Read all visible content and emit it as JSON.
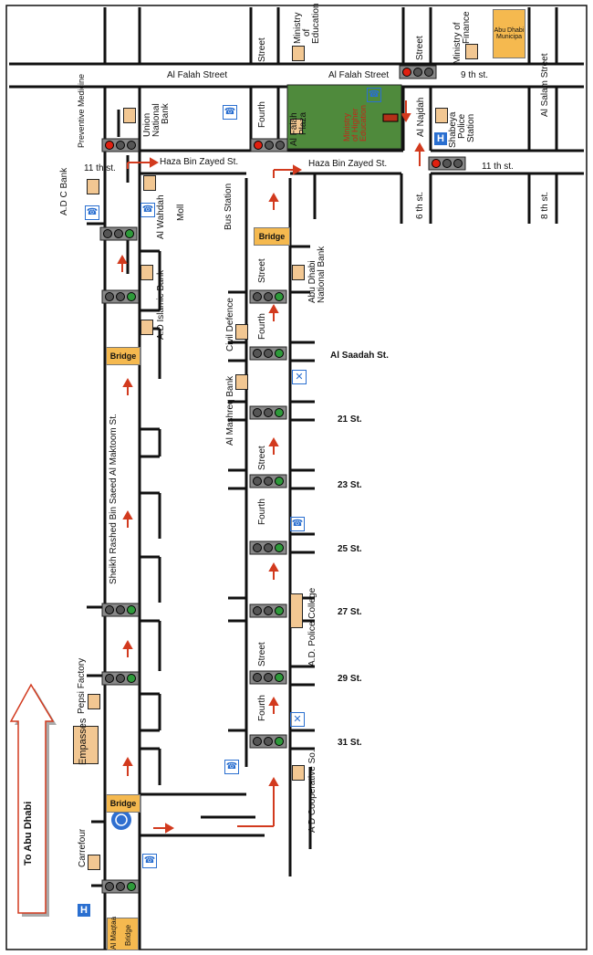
{
  "labels": {
    "ministry_education": [
      "Ministry",
      "of",
      "Education"
    ],
    "ministry_finance": [
      "Ministry of",
      "Finance"
    ],
    "abu_dhabi_municipality": [
      "Abu Dhabi",
      "Municipa"
    ],
    "street_top1": "Street",
    "street_top2": "Street",
    "al_salam_street": "Al Salam Street",
    "al_falah_street_1": "Al Falah Street",
    "al_falah_street_2": "Al Falah Street",
    "ninth_st": "9 th st.",
    "preventive_medicine": "Preventive Medicine",
    "union_national_bank": [
      "Union",
      "National",
      "Bank"
    ],
    "fourth_top": "Fourth",
    "al_falah_plaza": [
      "Al Falah",
      "Plaza"
    ],
    "ministry_higher_education": [
      "Ministry",
      "of Higher",
      "Education"
    ],
    "al_najdah": "Al Najdah",
    "shabeya_police_station": [
      "Shabeya",
      "Police",
      "Station"
    ],
    "eleventh_st_left": "11 th st.",
    "haza_bin_zayed_1": "Haza Bin Zayed St.",
    "haza_bin_zayed_2": "Haza Bin Zayed St.",
    "eleventh_st_right": "11 th st.",
    "adc_bank": "A.D C Bank",
    "al_wahdah_moll": [
      "Al Wahdah",
      "Moll"
    ],
    "bus_station": "Bus Station",
    "sixth_st": "6 th st.",
    "eighth_st": "8 th st.",
    "bridge_upper": "Bridge",
    "abu_dhabi_national_bank": [
      "Abu Dhabi",
      "National Bank"
    ],
    "street_mid1": "Street",
    "ad_islamic_bank": "A.D Islamic Bank",
    "civil_defence": "Civil Defence",
    "fourth_mid1": "Fourth",
    "al_saadah_st": "Al Saadah St.",
    "bridge_left": "Bridge",
    "al_mashreq_bank": "Al Mashreq Bank",
    "st_21": "21 St.",
    "street_mid2": "Street",
    "sheikh_rashed_st": "Sheikh Rashed Bin Saeed Al Maktoom St.",
    "st_23": "23 St.",
    "fourth_mid2": "Fourth",
    "st_25": "25 St.",
    "ad_police_college": "A.D. Police College",
    "st_27": "27 St.",
    "street_low": "Street",
    "pepsi_factory": "Pepsi Factory",
    "st_29": "29 St.",
    "fourth_low": "Fourth",
    "empasses": "Empasses",
    "st_31": "31 St.",
    "to_abu_dhabi": "To Abu Dhabi",
    "bridge_bottom": "Bridge",
    "ad_cooperative": "A D Cooperative So.",
    "carrefour": "Carrefour",
    "al_maqtaa": "Al Maqtaa",
    "bridge_vertical": "Bridge"
  },
  "colors": {
    "road": "#111111",
    "building": "#f2c792",
    "bridge_box": "#f5b94f",
    "plaza_green": "#4f8a3c",
    "arrow_red": "#d23a1e",
    "light_red": "#e02010",
    "light_green": "#2e9a3a"
  }
}
